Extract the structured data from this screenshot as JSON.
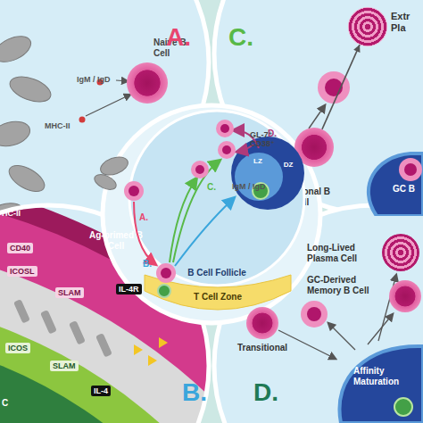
{
  "diagram": {
    "nodes": [
      {
        "text": [
          "Naive B Cell"
        ]
      },
      {
        "text": [
          "Extr Pla"
        ]
      },
      {
        "text": [
          "Transitional B Cell"
        ]
      },
      {
        "text": [
          "GC B"
        ]
      },
      {
        "text": [
          "B Cell Follicle"
        ]
      },
      {
        "text": [
          "LZ",
          "DZ"
        ],
        "in": 4
      },
      {
        "text": [
          "T Cell Zone"
        ]
      },
      {
        "text": [
          "Ag-primed B Cell"
        ]
      },
      {
        "text": [
          "Long-Lived Plasma Cell"
        ]
      },
      {
        "text": [
          "GC-Derived Memory B Cell"
        ]
      },
      {
        "text": [
          "Transitional"
        ]
      },
      {
        "text": [
          "Affinity Maturation"
        ]
      }
    ],
    "edges": [
      {
        "from": 2,
        "to": 1,
        "arrow": "to"
      }
    ],
    "labels": [
      "A.",
      "B.",
      "C.",
      "D.",
      "A.",
      "B.",
      "C.",
      "D.",
      "IgM / IgD",
      "MHC-II",
      "GL-7⁺ CD38⁺",
      "IgM / IgD",
      "HC-II",
      "CD40",
      "ICOSL",
      "SLAM",
      "IL-4R",
      "ICOS",
      "SLAM",
      "IL-4",
      "C"
    ]
  }
}
